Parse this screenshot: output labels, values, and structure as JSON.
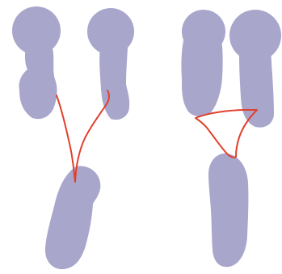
{
  "colors": {
    "background": "#ffffff",
    "shape_fill": "#a9a6cc",
    "connector_line": "#e0402c"
  },
  "figure": {
    "left_group": {
      "top_left_shape": "rounded-blob",
      "top_right_shape": "rounded-blob",
      "bottom_shape": "rounded-blob",
      "connector": "curved-lines-converging-down"
    },
    "right_group": {
      "top_left_shape": "rounded-blob",
      "top_right_shape": "rounded-blob",
      "bottom_shape": "rounded-blob",
      "connector": "curved-lines-triangular-link"
    }
  }
}
